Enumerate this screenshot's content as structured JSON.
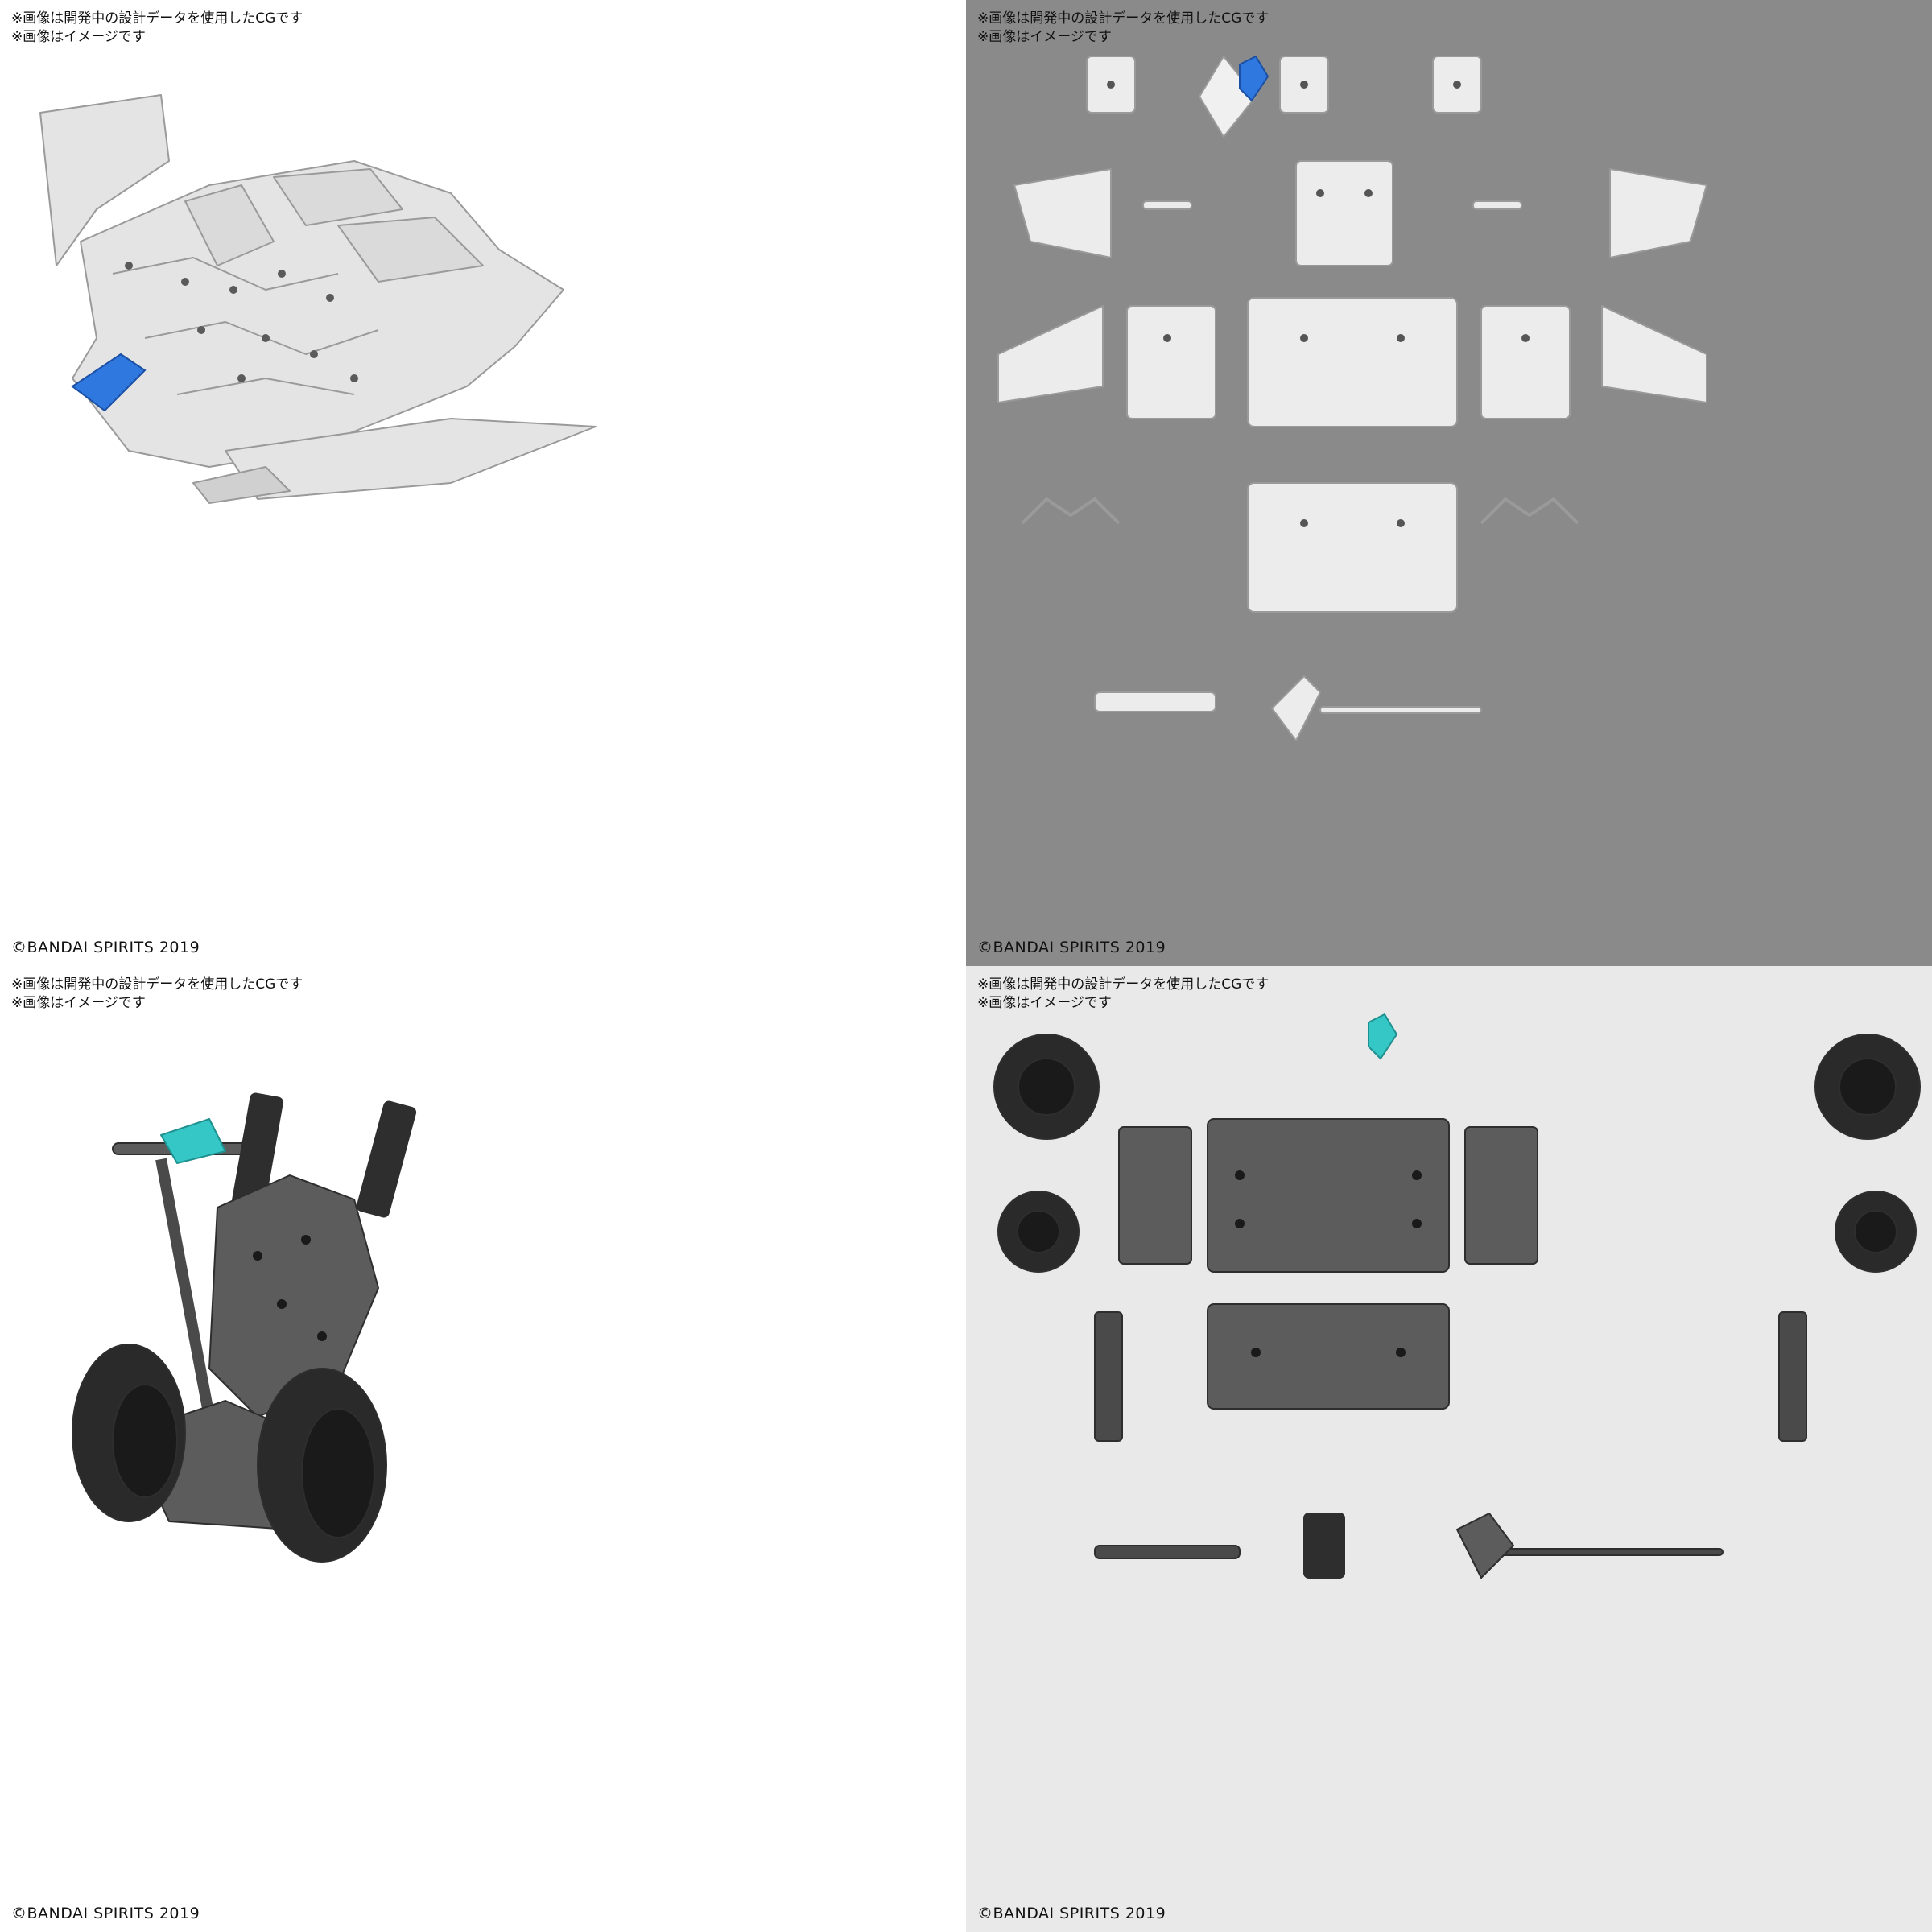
{
  "panels": [
    {
      "notice_line1": "※画像は開発中の設計データを使用したCGです",
      "notice_line2": "※画像はイメージです",
      "copyright": "©BANDAI SPIRITS 2019",
      "background": "#ffffff"
    },
    {
      "notice_line1": "※画像は開発中の設計データを使用したCGです",
      "notice_line2": "※画像はイメージです",
      "copyright": "©BANDAI SPIRITS 2019",
      "background": "#8a8a8a"
    },
    {
      "notice_line1": "※画像は開発中の設計データを使用したCGです",
      "notice_line2": "※画像はイメージです",
      "copyright": "©BANDAI SPIRITS 2019",
      "background": "#ffffff"
    },
    {
      "notice_line1": "※画像は開発中の設計データを使用したCGです",
      "notice_line2": "※画像はイメージです",
      "copyright": "©BANDAI SPIRITS 2019",
      "background": "#e9e9e9"
    }
  ],
  "colors": {
    "light_part": "#e4e4e4",
    "light_edge": "#9a9a9a",
    "dark_part": "#5c5c5c",
    "dark_edge": "#2e2e2e",
    "tire": "#2a2a2a",
    "blue_canopy": "#2f78e0",
    "cyan_canopy": "#35c6c6"
  }
}
